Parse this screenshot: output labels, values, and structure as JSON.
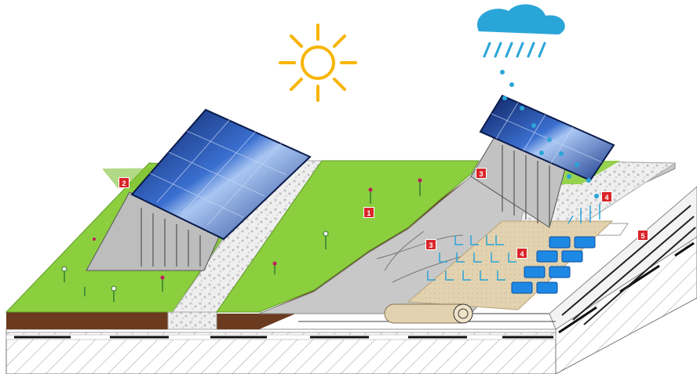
{
  "markers": {
    "m1": "1",
    "m2": "2",
    "m3a": "3",
    "m3b": "3",
    "m4a": "4",
    "m4b": "4",
    "m5": "5"
  },
  "colors": {
    "grass": "#8ccf3e",
    "soil": "#6b3a1f",
    "gravel": "#e8e8e8",
    "panel": "#1b3a8c",
    "panel_light": "#7fa6e0",
    "membrane": "#e2d2b0",
    "water": "#1e88e5",
    "sun": "#f7b500",
    "cloud": "#2aa5d8",
    "marker": "#d9252a"
  },
  "icons": [
    "sun-icon",
    "rain-cloud-icon",
    "solar-panel-icon",
    "flower-icon"
  ]
}
